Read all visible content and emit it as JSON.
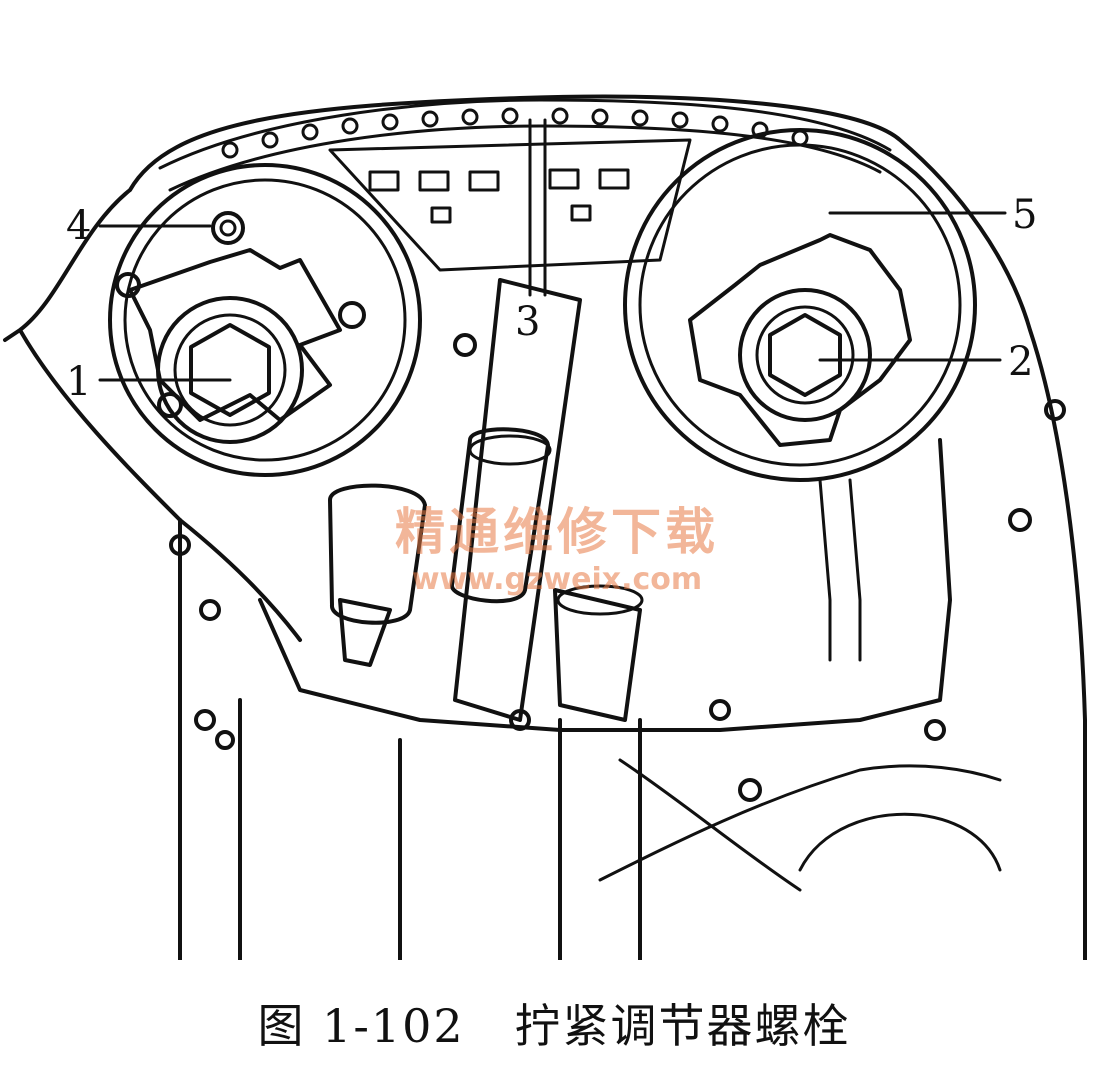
{
  "callouts": {
    "c1": "1",
    "c2": "2",
    "c3": "3",
    "c4": "4",
    "c5": "5"
  },
  "caption": "图 1-102   拧紧调节器螺栓",
  "watermark": {
    "line1": "精通维修下载",
    "line2": "www.gzweix.com"
  }
}
